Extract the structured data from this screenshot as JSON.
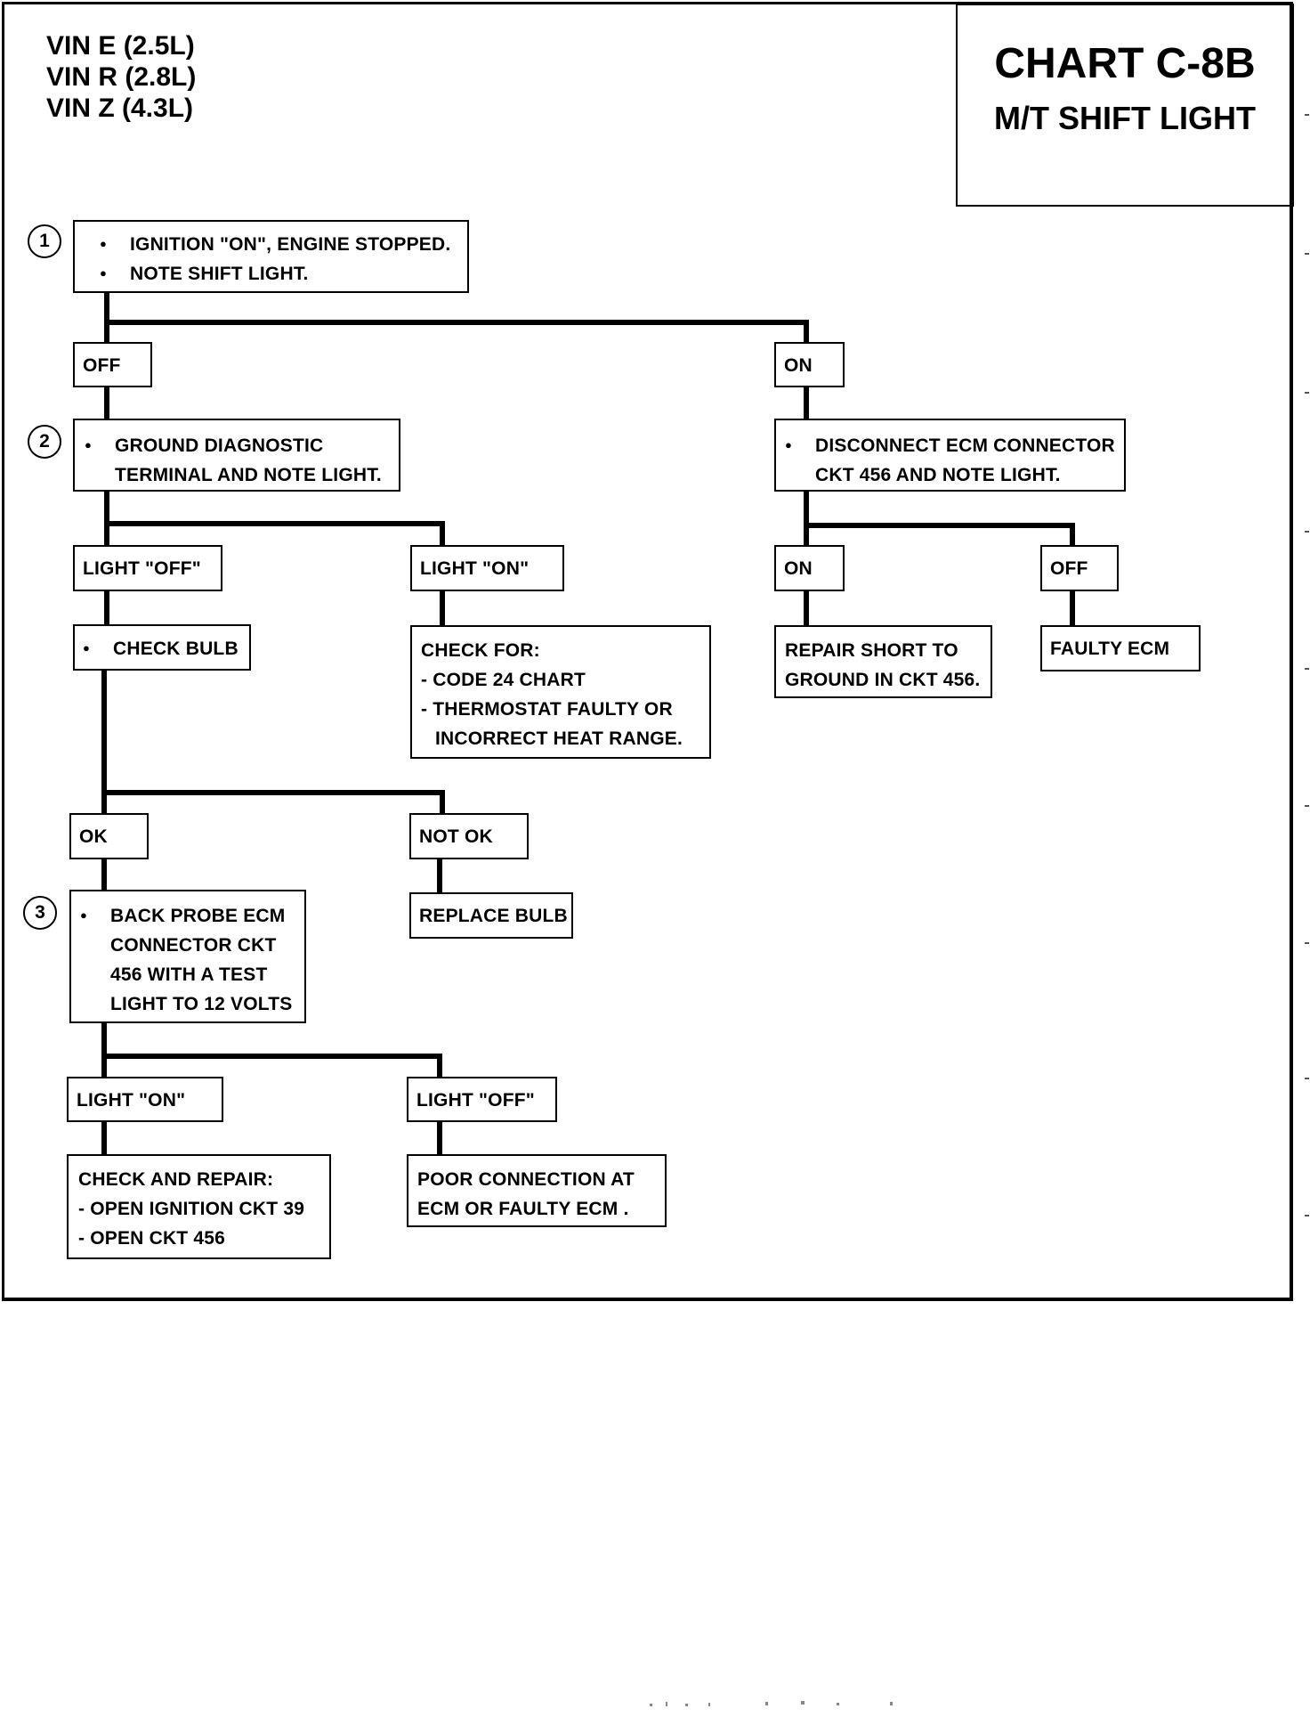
{
  "header": {
    "vin_lines": [
      "VIN E (2.5L)",
      "VIN R (2.8L)",
      "VIN Z (4.3L)"
    ],
    "chart_title": "CHART C-8B",
    "chart_subtitle": "M/T SHIFT LIGHT"
  },
  "steps": {
    "s1": "1",
    "s2": "2",
    "s3": "3"
  },
  "boxes": {
    "step1": [
      "IGNITION \"ON\", ENGINE STOPPED.",
      "NOTE SHIFT LIGHT."
    ],
    "off1": "OFF",
    "on1": "ON",
    "step2": [
      "GROUND DIAGNOSTIC",
      "TERMINAL AND NOTE LIGHT."
    ],
    "disconnect": [
      "DISCONNECT ECM  CONNECTOR",
      "CKT 456 AND NOTE LIGHT."
    ],
    "light_off_a": "LIGHT \"OFF\"",
    "light_on_a": "LIGHT \"ON\"",
    "on2": "ON",
    "off2": "OFF",
    "check_bulb": "CHECK BULB",
    "check_for": [
      "CHECK FOR:",
      "- CODE 24 CHART",
      "- THERMOSTAT FAULTY OR",
      "INCORRECT HEAT RANGE."
    ],
    "repair_short": [
      "REPAIR SHORT TO",
      "GROUND IN CKT 456."
    ],
    "faulty_ecm": "FAULTY ECM",
    "ok": "OK",
    "not_ok": "NOT OK",
    "step3": [
      "BACK PROBE ECM",
      "CONNECTOR CKT",
      "456 WITH A TEST",
      "LIGHT TO 12 VOLTS"
    ],
    "replace_bulb": "REPLACE BULB",
    "light_on_b": "LIGHT \"ON\"",
    "light_off_b": "LIGHT \"OFF\"",
    "check_repair": [
      "CHECK AND REPAIR:",
      "- OPEN IGNITION CKT 39",
      "- OPEN CKT 456"
    ],
    "poor_connection": [
      "POOR CONNECTION AT",
      "ECM OR FAULTY ECM ."
    ]
  }
}
